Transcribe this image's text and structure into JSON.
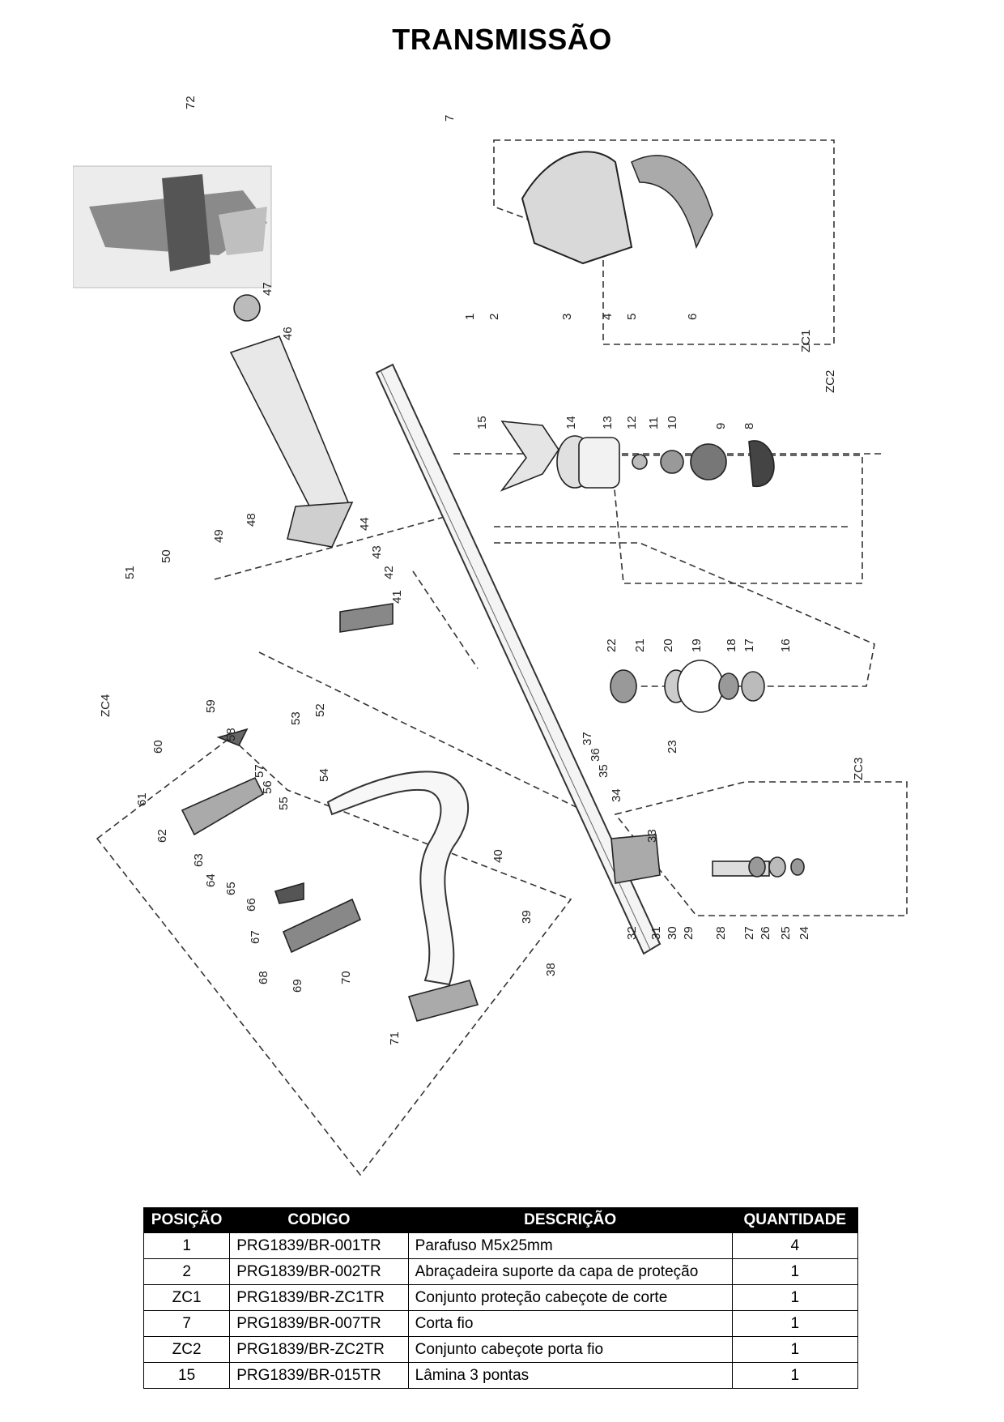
{
  "page": {
    "title": "TRANSMISSÃO"
  },
  "diagram": {
    "callouts": [
      "1",
      "2",
      "3",
      "4",
      "5",
      "6",
      "7",
      "8",
      "9",
      "10",
      "11",
      "12",
      "13",
      "14",
      "15",
      "16",
      "17",
      "18",
      "19",
      "20",
      "21",
      "22",
      "23",
      "24",
      "25",
      "26",
      "27",
      "28",
      "29",
      "30",
      "31",
      "32",
      "33",
      "34",
      "35",
      "36",
      "37",
      "38",
      "39",
      "40",
      "41",
      "42",
      "43",
      "44",
      "46",
      "47",
      "48",
      "49",
      "50",
      "51",
      "52",
      "53",
      "54",
      "55",
      "56",
      "57",
      "58",
      "59",
      "60",
      "61",
      "62",
      "63",
      "64",
      "65",
      "66",
      "67",
      "68",
      "69",
      "70",
      "71",
      "72"
    ],
    "groups": [
      "ZC1",
      "ZC2",
      "ZC3",
      "ZC4"
    ]
  },
  "table": {
    "headers": {
      "position": "POSIÇÃO",
      "code": "CODIGO",
      "description": "DESCRIÇÃO",
      "quantity": "QUANTIDADE"
    },
    "rows": [
      {
        "position": "1",
        "code": "PRG1839/BR-001TR",
        "description": "Parafuso M5x25mm",
        "quantity": "4"
      },
      {
        "position": "2",
        "code": "PRG1839/BR-002TR",
        "description": "Abraçadeira suporte da capa de proteção",
        "quantity": "1"
      },
      {
        "position": "ZC1",
        "code": "PRG1839/BR-ZC1TR",
        "description": "Conjunto proteção cabeçote de corte",
        "quantity": "1"
      },
      {
        "position": "7",
        "code": "PRG1839/BR-007TR",
        "description": "Corta fio",
        "quantity": "1"
      },
      {
        "position": "ZC2",
        "code": "PRG1839/BR-ZC2TR",
        "description": "Conjunto cabeçote porta fio",
        "quantity": "1"
      },
      {
        "position": "15",
        "code": "PRG1839/BR-015TR",
        "description": "Lâmina 3 pontas",
        "quantity": "1"
      }
    ]
  }
}
